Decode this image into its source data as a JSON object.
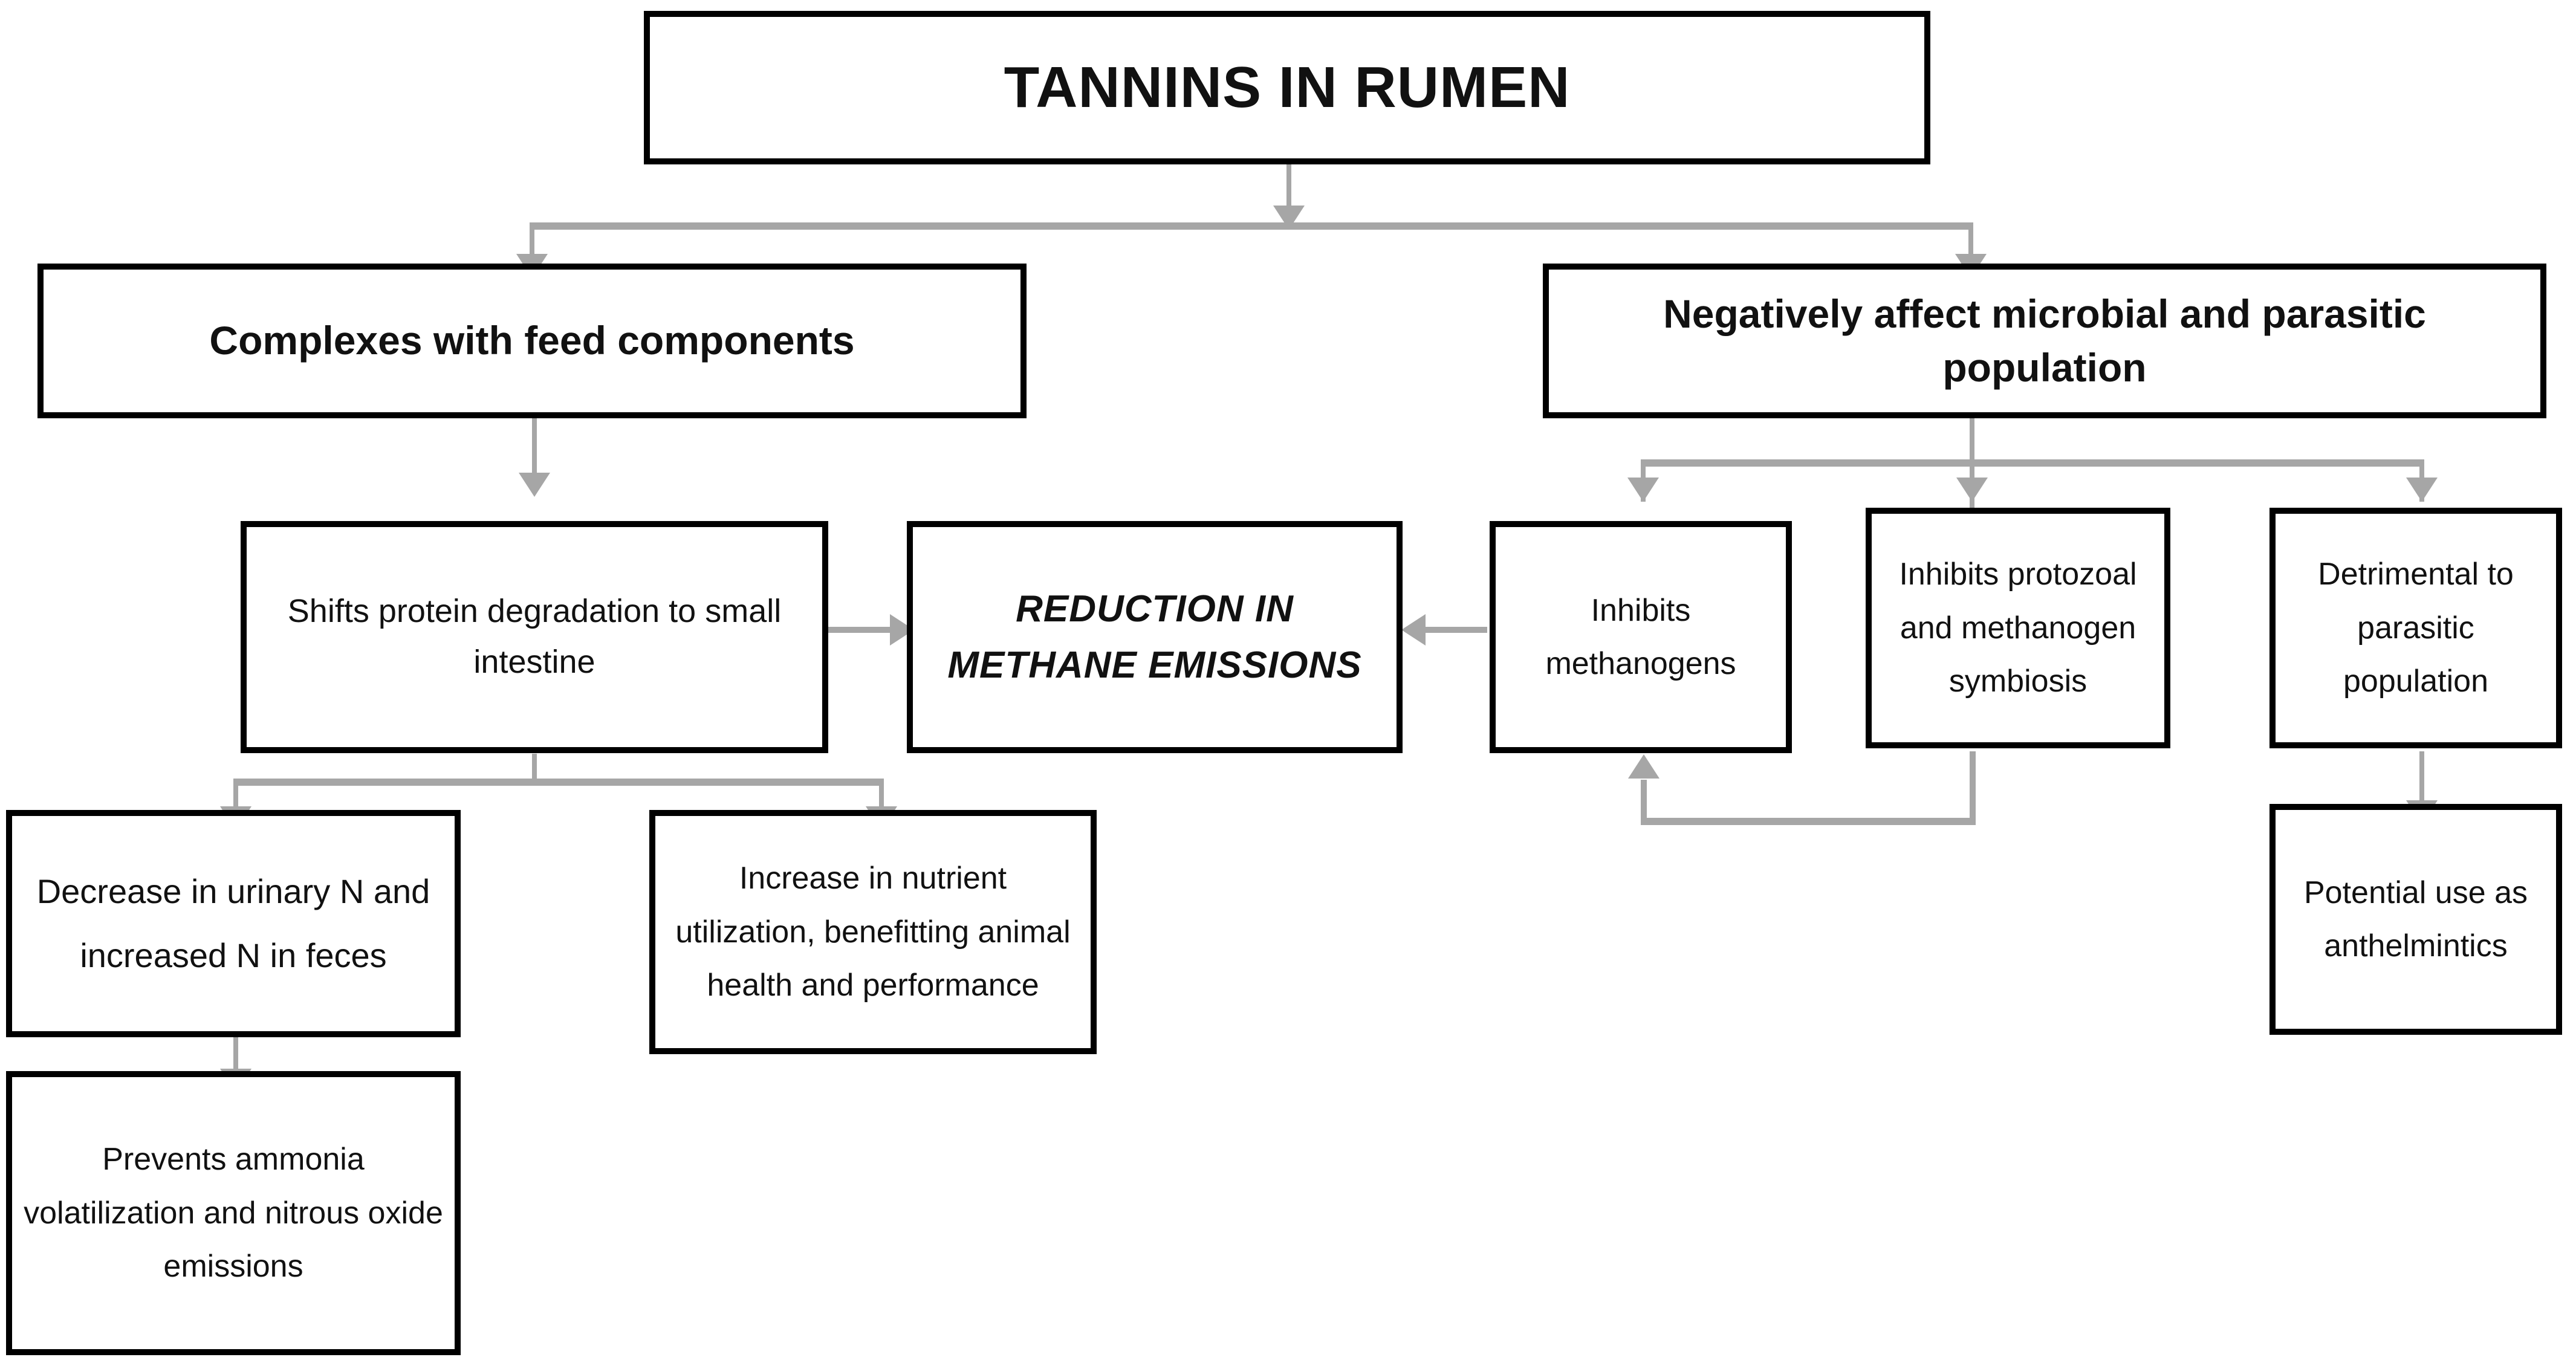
{
  "diagram": {
    "title": "TANNINS IN RUMEN",
    "accent_color": "#a6a6a6",
    "border_color": "#000000",
    "background_color": "#ffffff",
    "nodes": {
      "root": "TANNINS IN RUMEN",
      "branch_left": "Complexes with feed components",
      "branch_right": "Negatively affect microbial and parasitic population",
      "shifts_protein": "Shifts protein degradation to small intestine",
      "reduction_methane": "REDUCTION IN METHANE EMISSIONS",
      "inhibits_methanogens": "Inhibits methanogens",
      "inhibits_protozoal": "Inhibits protozoal and methanogen symbiosis",
      "detrimental_parasitic": "Detrimental to parasitic population",
      "decrease_urinary_n": "Decrease in urinary N and increased N in feces",
      "increase_nutrient": "Increase in nutrient utilization, benefitting animal health and performance",
      "prevents_ammonia": "Prevents ammonia volatilization and nitrous oxide emissions",
      "potential_anthelmintics": "Potential use as anthelmintics"
    },
    "edges": [
      {
        "from": "root",
        "to": "branch_left",
        "style": "elbow-down"
      },
      {
        "from": "root",
        "to": "branch_right",
        "style": "elbow-down"
      },
      {
        "from": "branch_left",
        "to": "shifts_protein",
        "style": "straight-down"
      },
      {
        "from": "shifts_protein",
        "to": "reduction_methane",
        "style": "straight-right"
      },
      {
        "from": "shifts_protein",
        "to": "decrease_urinary_n",
        "style": "elbow-down"
      },
      {
        "from": "shifts_protein",
        "to": "increase_nutrient",
        "style": "elbow-down"
      },
      {
        "from": "decrease_urinary_n",
        "to": "prevents_ammonia",
        "style": "straight-down"
      },
      {
        "from": "branch_right",
        "to": "inhibits_methanogens",
        "style": "elbow-down"
      },
      {
        "from": "branch_right",
        "to": "inhibits_protozoal",
        "style": "straight-down"
      },
      {
        "from": "branch_right",
        "to": "detrimental_parasitic",
        "style": "elbow-down"
      },
      {
        "from": "inhibits_methanogens",
        "to": "reduction_methane",
        "style": "straight-left"
      },
      {
        "from": "inhibits_protozoal",
        "to": "inhibits_methanogens",
        "style": "elbow-up-feedback"
      },
      {
        "from": "detrimental_parasitic",
        "to": "potential_anthelmintics",
        "style": "straight-down"
      }
    ]
  }
}
